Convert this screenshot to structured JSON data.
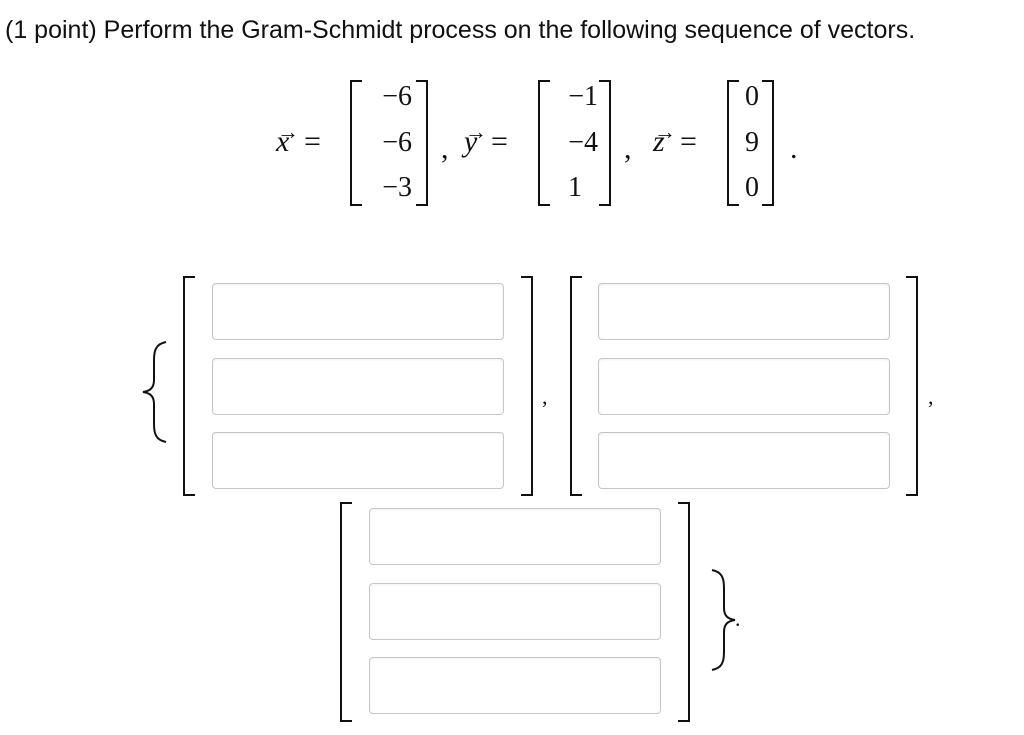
{
  "problem": {
    "points": "(1 point)",
    "statement": "Perform the Gram-Schmidt process on the following sequence of vectors."
  },
  "vectors": {
    "x": {
      "name": "x",
      "entries": [
        "−6",
        "−6",
        "−3"
      ]
    },
    "y": {
      "name": "y",
      "entries": [
        "−1",
        "−4",
        "1"
      ]
    },
    "z": {
      "name": "z",
      "entries": [
        "0",
        "9",
        "0"
      ]
    }
  },
  "symbols": {
    "equals": "=",
    "comma": ",",
    "period": ".",
    "arrow": "→"
  },
  "answer": {
    "vector1": [
      "",
      "",
      ""
    ],
    "vector2": [
      "",
      "",
      ""
    ],
    "vector3": [
      "",
      "",
      ""
    ]
  }
}
